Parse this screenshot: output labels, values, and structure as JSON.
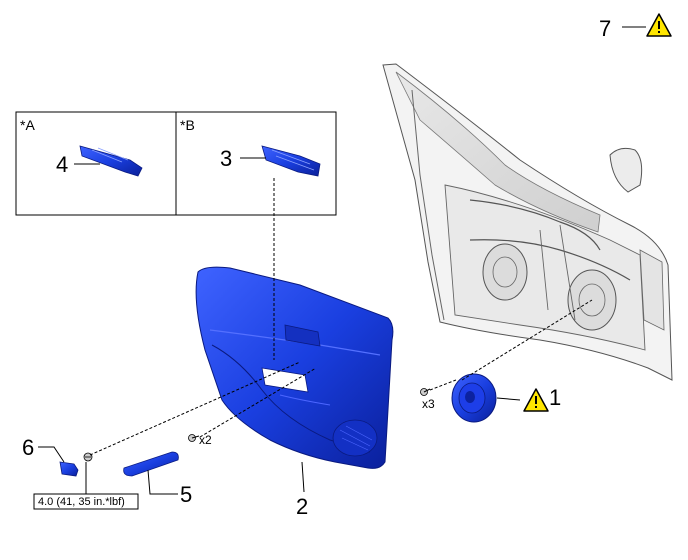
{
  "callouts": {
    "c1": "1",
    "c2": "2",
    "c3": "3",
    "c4": "4",
    "c5": "5",
    "c6": "6",
    "c7": "7"
  },
  "inset_labels": {
    "a": "*A",
    "b": "*B"
  },
  "quantities": {
    "screw_x2": "x2",
    "screw_x3": "x3"
  },
  "torque_spec": "4.0 (41, 35 in.*lbf)",
  "colors": {
    "part_blue": "#1a3fe0",
    "part_blue_dark": "#0b23a8",
    "door_frame": "#f2f2f2",
    "warning_yellow": "#ffe600"
  },
  "icons": {
    "warning": "warning-triangle-icon"
  }
}
